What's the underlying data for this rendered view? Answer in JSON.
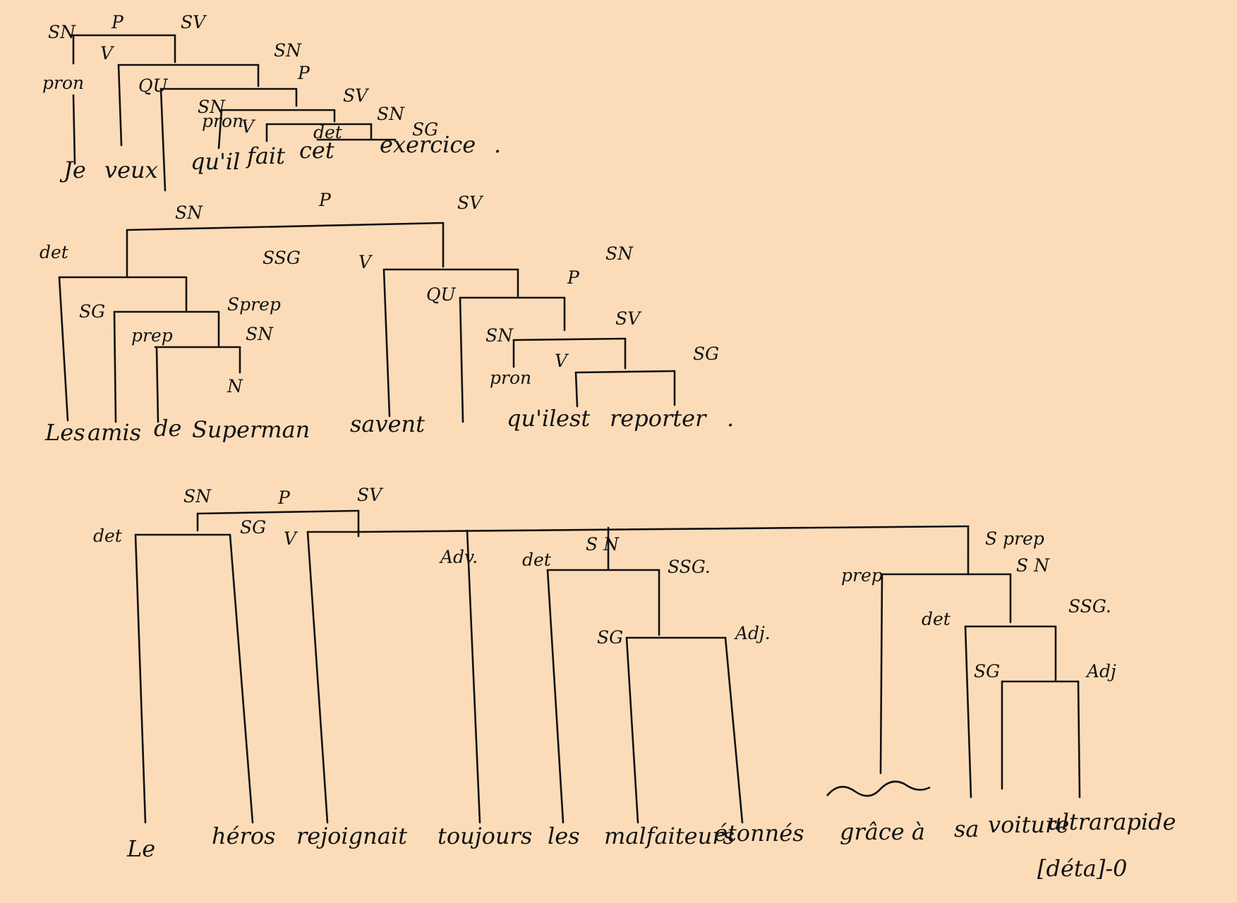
{
  "background_color": "#fcdcb8",
  "ink_color": "#111111",
  "trees": [
    {
      "id": "tree-1",
      "labels": {
        "p": "P",
        "sn": "SN",
        "sv": "SV",
        "pron": "pron",
        "v": "V",
        "sn2": "SN",
        "qu": "QU",
        "p2": "P",
        "sn3": "SN",
        "pron2": "pron",
        "sv2": "SV",
        "v2": "V",
        "sn4": "SN",
        "det": "det",
        "sg": "SG"
      },
      "words": {
        "w1": "Je",
        "w2": "veux",
        "w3": "qu'il",
        "w4": "fait",
        "w5": "cet",
        "w6": "exercice",
        "punct": "."
      }
    },
    {
      "id": "tree-2",
      "labels": {
        "p": "P",
        "sn": "SN",
        "sv": "SV",
        "det": "det",
        "ssg": "SSG",
        "v": "V",
        "sn2": "SN",
        "sg": "SG",
        "sprep": "Sprep",
        "qu": "QU",
        "p2": "P",
        "prep": "prep",
        "sn3": "SN",
        "sn4": "SN",
        "sv2": "SV",
        "n": "N",
        "sg2": "SG",
        "pron": "pron",
        "v2": "V"
      },
      "words": {
        "w1": "Les",
        "w2": "amis",
        "w3": "de",
        "w4": "Superman",
        "w5": "savent",
        "w6": "qu'il",
        "w7": "est",
        "w8": "reporter",
        "punct": "."
      }
    },
    {
      "id": "tree-3",
      "labels": {
        "p": "P",
        "sn": "SN",
        "sv": "SV",
        "det": "det",
        "sg": "SG",
        "v": "V",
        "sprep": "S prep",
        "adv": "Adv.",
        "det2": "det",
        "sn2": "S N",
        "ssg": "SSG.",
        "prep": "prep",
        "sn3": "S N",
        "sg2": "SG",
        "adj": "Adj.",
        "det3": "det",
        "ssg2": "SSG.",
        "sg3": "SG",
        "adj2": "Adj"
      },
      "words": {
        "w1": "Le",
        "w2": "héros",
        "w3": "rejoignait",
        "w4": "toujours",
        "w5": "les",
        "w6": "malfaiteurs",
        "w7": "étonnés",
        "w8": "grâce à",
        "w9": "sa",
        "w10": "voiture",
        "w11": "ultrarapide",
        "note": "[déta]-0"
      }
    }
  ]
}
